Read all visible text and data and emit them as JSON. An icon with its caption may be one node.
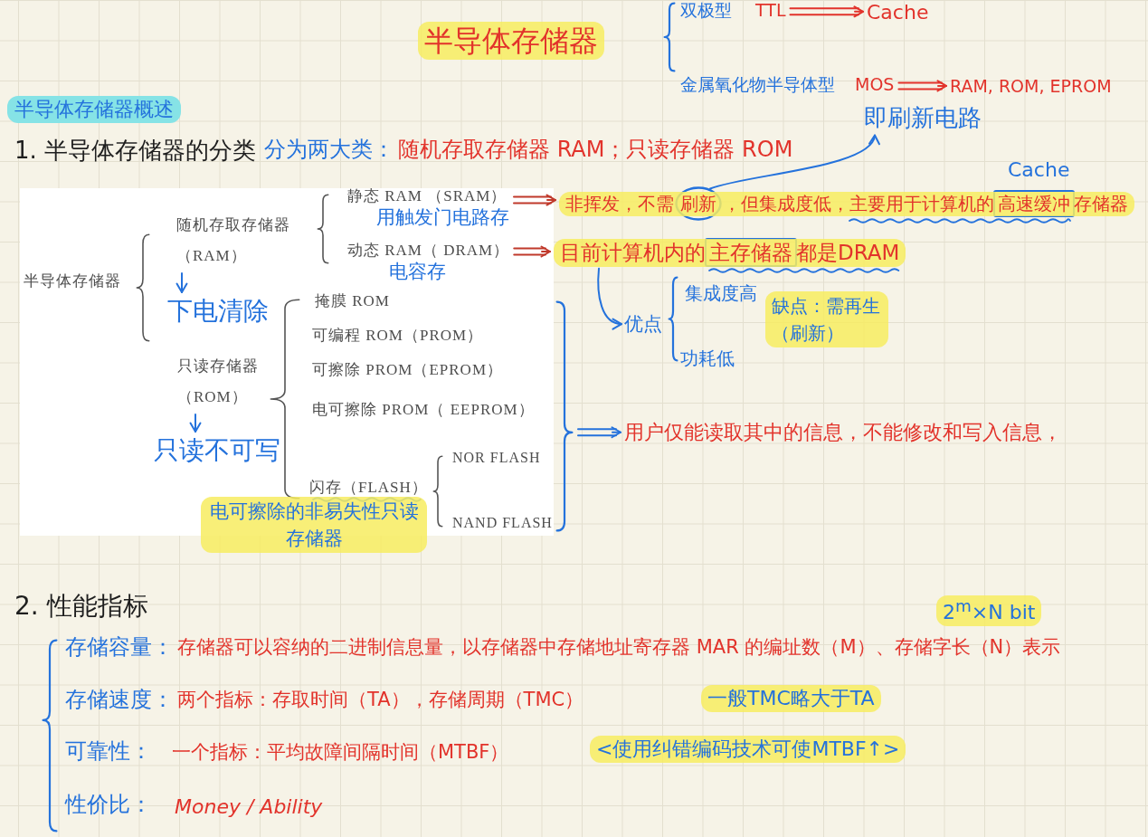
{
  "diagram": {
    "title": "半导体存储器",
    "nodes": [
      {
        "text": [
          "双极型",
          "TTL"
        ]
      },
      {
        "text": [
          "Cache"
        ]
      },
      {
        "text": [
          "金属氧化物半导体型",
          "MOS"
        ]
      },
      {
        "text": [
          "RAM, ROM, EPROM"
        ]
      },
      {
        "text": [
          "即刷新电路"
        ]
      },
      {
        "text": [
          "半导体存储器"
        ]
      },
      {
        "text": [
          "随机存取存储器（RAM）"
        ]
      },
      {
        "text": [
          "静态 RAM （SRAM）"
        ],
        "beside": [
          "用触发门电路存"
        ]
      },
      {
        "text": [
          "非挥发，不需刷新，但集成度低，主要用于计算机的高速缓冲存储器"
        ]
      },
      {
        "text": [],
        "shape": "circle"
      },
      {
        "text": [
          "动态 RAM（ DRAM）"
        ],
        "beside": [
          "电容存"
        ]
      },
      {
        "text": [
          "目前计算机内的主存储器都是DRAM"
        ]
      },
      {
        "text": [
          "下电清除"
        ]
      },
      {
        "text": [
          "优点"
        ]
      },
      {
        "text": [
          "掩膜 ROM"
        ]
      },
      {
        "text": [
          "可编程 ROM（PROM）"
        ]
      },
      {
        "text": [
          "可擦除 PROM（EPROM）"
        ]
      },
      {
        "text": [
          "只读存储器（ROM）"
        ]
      },
      {
        "text": [
          "电可擦除 PROM（ EEPROM）"
        ]
      },
      {
        "text": [],
        "shape": "brace"
      },
      {
        "text": [
          "用户仅能读取其中的信息，不能修改和写入信息，"
        ]
      },
      {
        "text": [
          "只读不可写"
        ]
      },
      {
        "text": [
          "NOR FLASH"
        ]
      },
      {
        "text": [
          "闪存（FLASH）",
          "电可擦除的非易失性只读存储器"
        ]
      },
      {
        "text": [
          "NAND FLASH"
        ]
      },
      {
        "text": [
          "<使用纠错编码技术可使MTBF↑>"
        ]
      }
    ],
    "edges": [
      {
        "from": 0,
        "to": 1,
        "arrow": "to",
        "color": "#e2332b"
      },
      {
        "from": 2,
        "to": 3,
        "arrow": "to",
        "color": "#e2332b"
      },
      {
        "from": 9,
        "to": 4,
        "arrow": "to"
      },
      {
        "from": 6,
        "to": 12,
        "arrow": "to"
      },
      {
        "from": 7,
        "to": 8,
        "arrow": "to",
        "color": "#c0392b"
      },
      {
        "from": 10,
        "to": 11,
        "arrow": "to",
        "color": "#c0392b"
      },
      {
        "from": 11,
        "to": 13,
        "arrow": "to"
      },
      {
        "from": 17,
        "to": 21,
        "arrow": "to"
      },
      {
        "from": 19,
        "to": 20,
        "arrow": "to"
      }
    ],
    "labels": [
      "半导体存储器概述",
      "1. 半导体存储器的分类",
      "分为两大类：",
      "随机存取存储器 RAM；只读存储器 ROM",
      "Cache",
      "集成度高",
      "缺点：需再生（刷新）",
      "功耗低",
      "2. 性能指标",
      "2$^{m}$×N bit",
      "存储容量：",
      "存储器可以容纳的二进制信息量，以存储器中存储地址寄存器 MAR 的编址数（M）、存储字长（N）表示",
      "存储速度：",
      "两个指标：存取时间（TA），存储周期（TMC）",
      "一般TMC略大于TA",
      "可靠性：",
      "一个指标：平均故障间隔时间（MTBF）",
      "性价比：",
      "Money / Ability"
    ]
  }
}
